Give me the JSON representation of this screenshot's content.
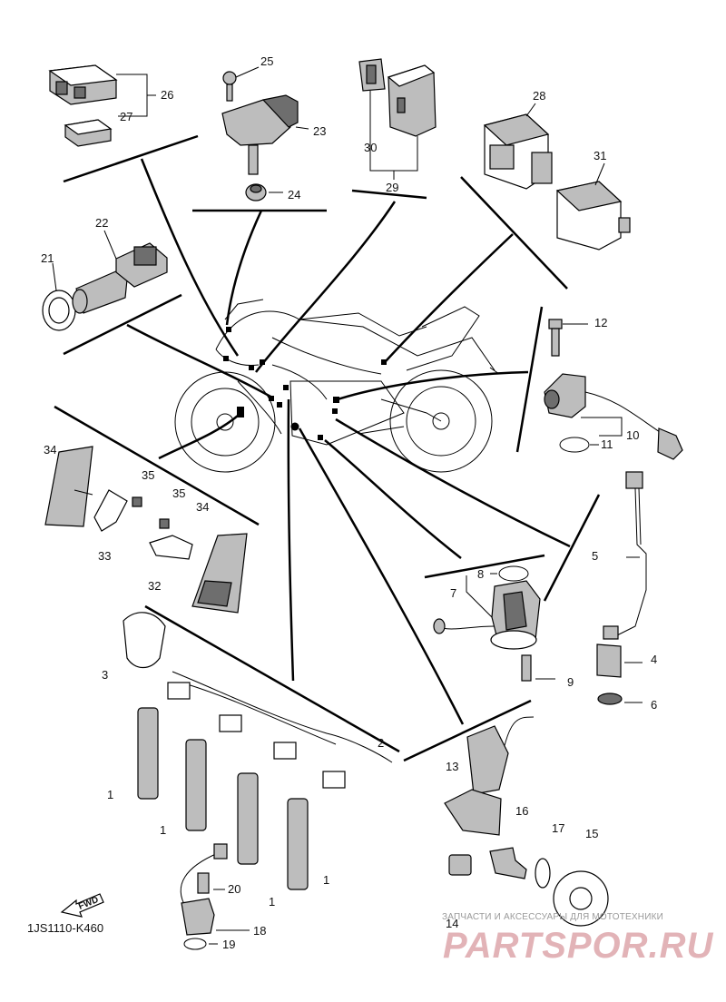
{
  "diagram": {
    "code": "1JS1110-K460",
    "fwd_label": "FWD",
    "labels": {
      "1a": "1",
      "1b": "1",
      "1c": "1",
      "1d": "1",
      "2": "2",
      "3": "3",
      "4": "4",
      "5": "5",
      "6": "6",
      "7": "7",
      "8": "8",
      "9": "9",
      "10": "10",
      "11": "11",
      "12": "12",
      "13": "13",
      "14": "14",
      "15": "15",
      "16": "16",
      "17": "17",
      "18": "18",
      "19": "19",
      "20": "20",
      "21": "21",
      "22": "22",
      "23": "23",
      "24": "24",
      "25": "25",
      "26": "26",
      "27": "27",
      "28": "28",
      "29": "29",
      "30": "30",
      "31": "31",
      "32": "32",
      "33": "33",
      "34a": "34",
      "34b": "34",
      "35a": "35",
      "35b": "35"
    }
  },
  "watermark": {
    "text": "ЗАПЧАСТИ И АКСЕССУАРЫ ДЛЯ МОТОТЕХНИКИ",
    "logo": "PARTSPOR.RU"
  }
}
